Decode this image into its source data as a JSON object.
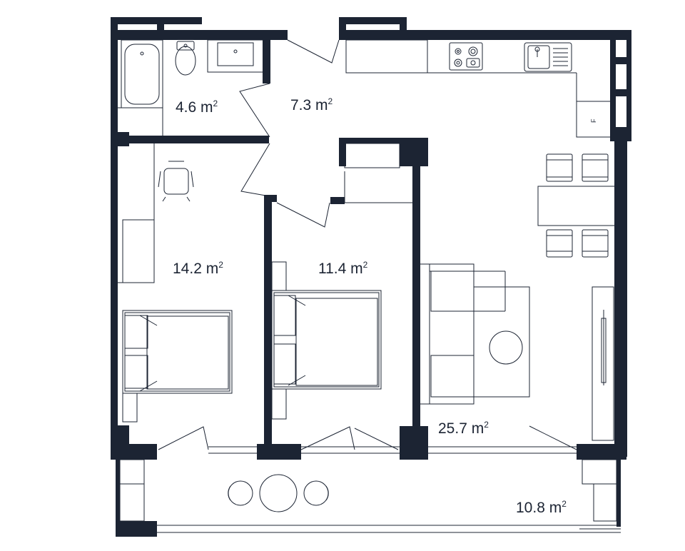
{
  "rooms": [
    {
      "id": "bathroom",
      "area": "4.6",
      "unit": "m",
      "exp": "2"
    },
    {
      "id": "hallway",
      "area": "7.3",
      "unit": "m",
      "exp": "2"
    },
    {
      "id": "bedroom-1",
      "area": "14.2",
      "unit": "m",
      "exp": "2"
    },
    {
      "id": "bedroom-2",
      "area": "11.4",
      "unit": "m",
      "exp": "2"
    },
    {
      "id": "living-kitchen",
      "area": "25.7",
      "unit": "m",
      "exp": "2"
    },
    {
      "id": "balcony",
      "area": "10.8",
      "unit": "m",
      "exp": "2"
    }
  ],
  "fridge_label": "F",
  "colors": {
    "wall": "#1c2433",
    "line": "#1c2433",
    "background": "#ffffff"
  }
}
